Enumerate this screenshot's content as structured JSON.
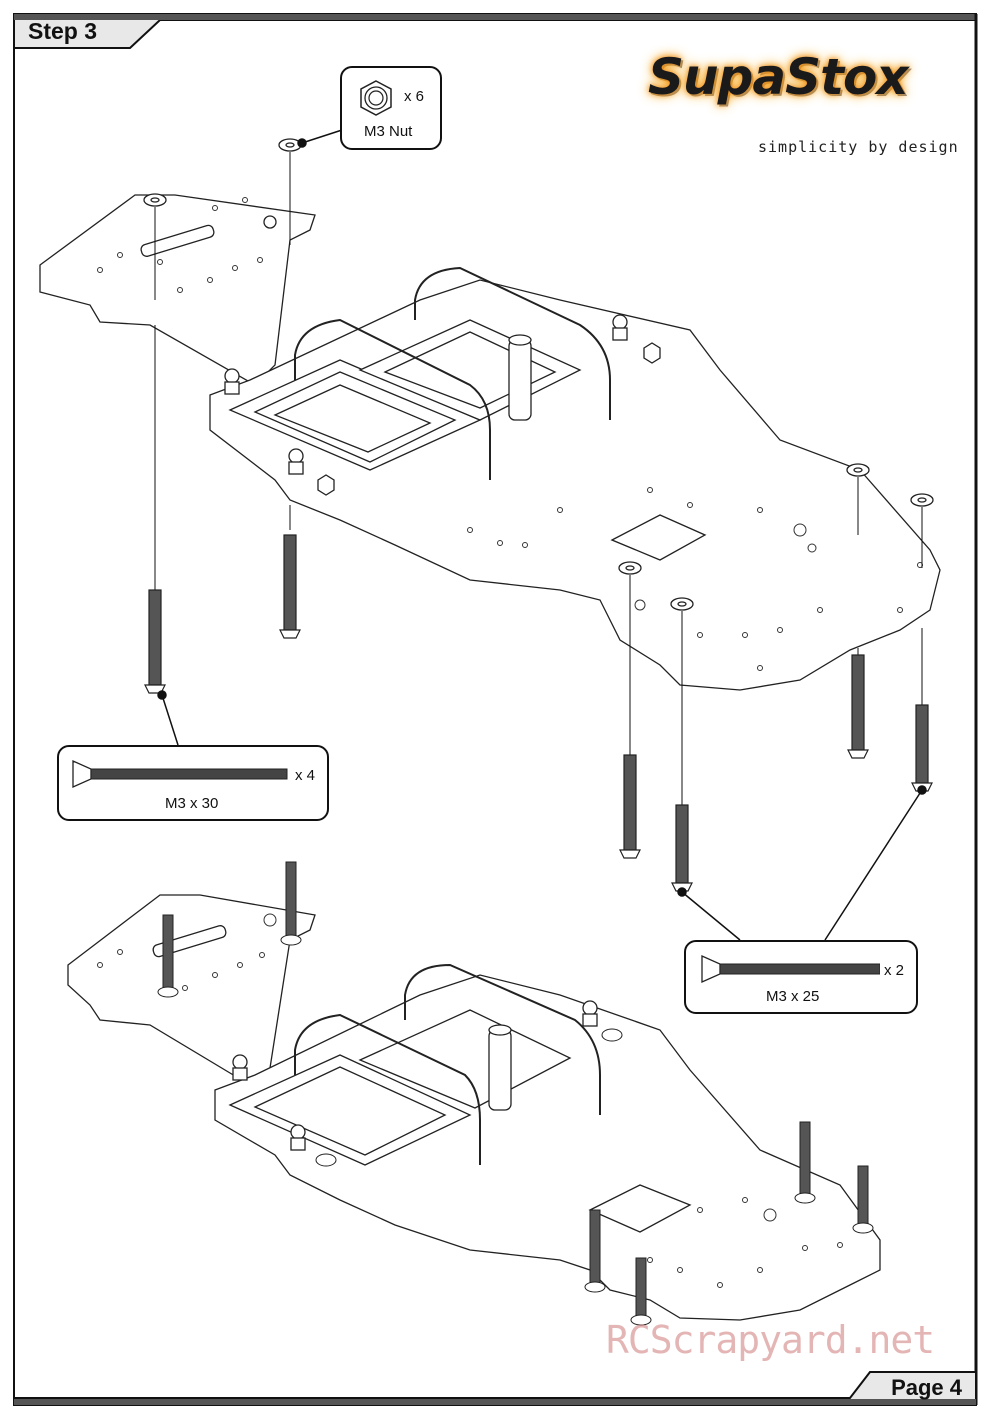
{
  "header": {
    "step_label": "Step 3"
  },
  "footer": {
    "page_label": "Page 4"
  },
  "logo": {
    "brand": "SupaStox",
    "tagline": "simplicity by design"
  },
  "callouts": {
    "nut": {
      "name": "M3 Nut",
      "qty": "x 6"
    },
    "screw30": {
      "name": "M3 x 30",
      "qty": "x 4"
    },
    "screw25": {
      "name": "M3 x 25",
      "qty": "x 2"
    }
  },
  "watermark": {
    "text": "RCScrapyard.net"
  }
}
